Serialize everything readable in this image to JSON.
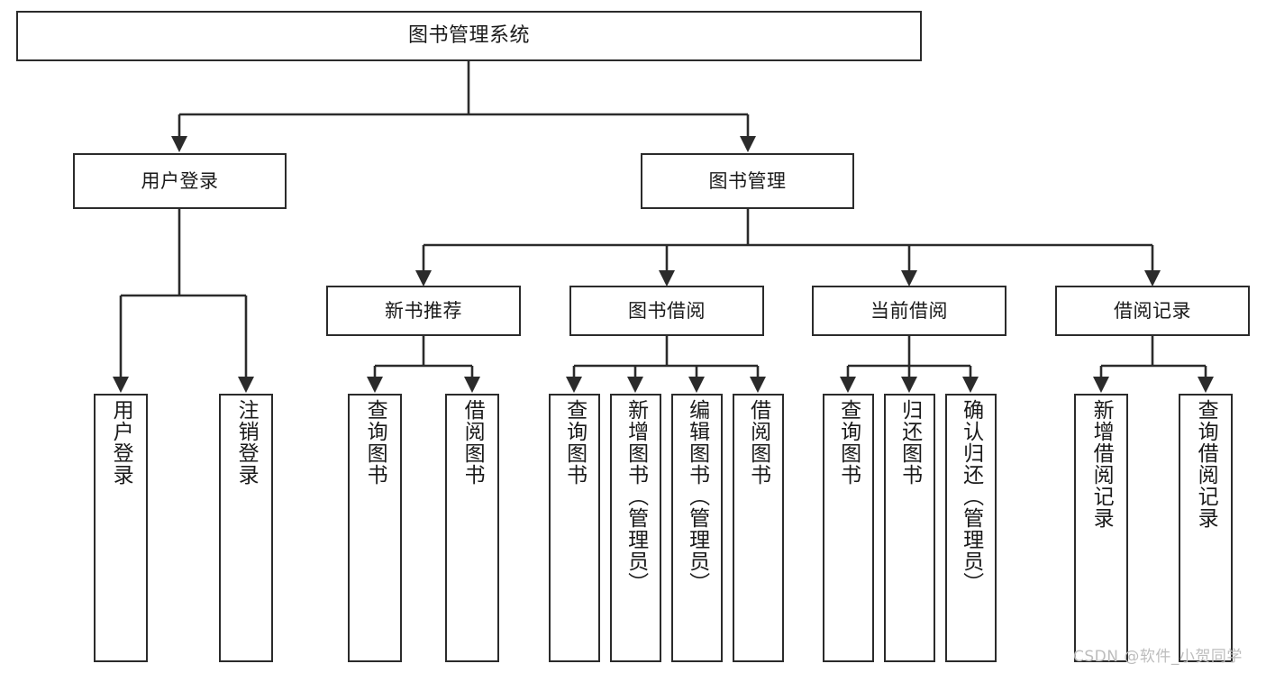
{
  "diagram": {
    "type": "tree",
    "title": "图书管理系统",
    "watermark": "CSDN @软件_小贺同学",
    "root": {
      "label": "图书管理系统"
    },
    "level2": [
      {
        "label": "用户登录"
      },
      {
        "label": "图书管理"
      }
    ],
    "level3": [
      {
        "label": "新书推荐"
      },
      {
        "label": "图书借阅"
      },
      {
        "label": "当前借阅"
      },
      {
        "label": "借阅记录"
      }
    ],
    "leaves": {
      "user_login": [
        {
          "label": "用户登录"
        },
        {
          "label": "注销登录"
        }
      ],
      "new_book_recommend": [
        {
          "label": "查询图书"
        },
        {
          "label": "借阅图书"
        }
      ],
      "book_borrow": [
        {
          "label": "查询图书"
        },
        {
          "label": "新增图书（管理员）"
        },
        {
          "label": "编辑图书（管理员）"
        },
        {
          "label": "借阅图书"
        }
      ],
      "current_borrow": [
        {
          "label": "查询图书"
        },
        {
          "label": "归还图书"
        },
        {
          "label": "确认归还（管理员）"
        }
      ],
      "borrow_record": [
        {
          "label": "新增借阅记录"
        },
        {
          "label": "查询借阅记录"
        }
      ]
    },
    "colors": {
      "stroke": "#2b2b2b",
      "fill": "#ffffff",
      "text": "#1a1a1a",
      "watermark": "#bdbdbd"
    }
  }
}
